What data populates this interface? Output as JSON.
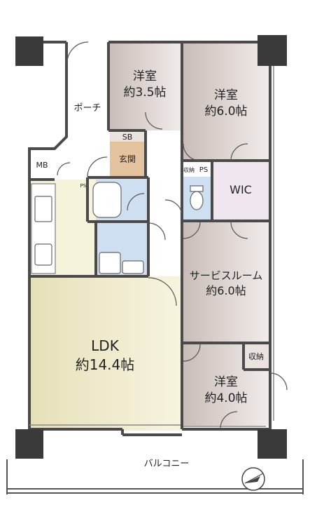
{
  "rooms": {
    "western1": {
      "name": "洋室",
      "size": "約3.5帖"
    },
    "western2": {
      "name": "洋室",
      "size": "約6.0帖"
    },
    "western3": {
      "name": "洋室",
      "size": "約4.0帖"
    },
    "service_room": {
      "name": "サービスルーム",
      "size": "約6.0帖"
    },
    "ldk": {
      "name": "LDK",
      "size": "約14.4帖"
    },
    "wic": "WIC",
    "entrance": "玄関",
    "porch": "ポーチ",
    "balcony": "バルコニー",
    "sb": "SB",
    "mb": "MB",
    "ps1": "PS",
    "ps2": "PS",
    "storage1": "収納",
    "storage2": "収納"
  },
  "colors": {
    "wall": "#4a4a4a",
    "column": "#3a3a3a",
    "bedroom_floor": "#d4cbc6",
    "ldk_floor": "#ece7c4",
    "kitchen_floor": "#f6f3dd",
    "wic_floor": "#f0e6ef",
    "bath_floor": "#cddff0",
    "entrance_floor": "#e4c29e"
  },
  "icons": [
    "compass-icon",
    "bathtub-icon",
    "toilet-icon",
    "sink-icon",
    "stove-icon"
  ]
}
